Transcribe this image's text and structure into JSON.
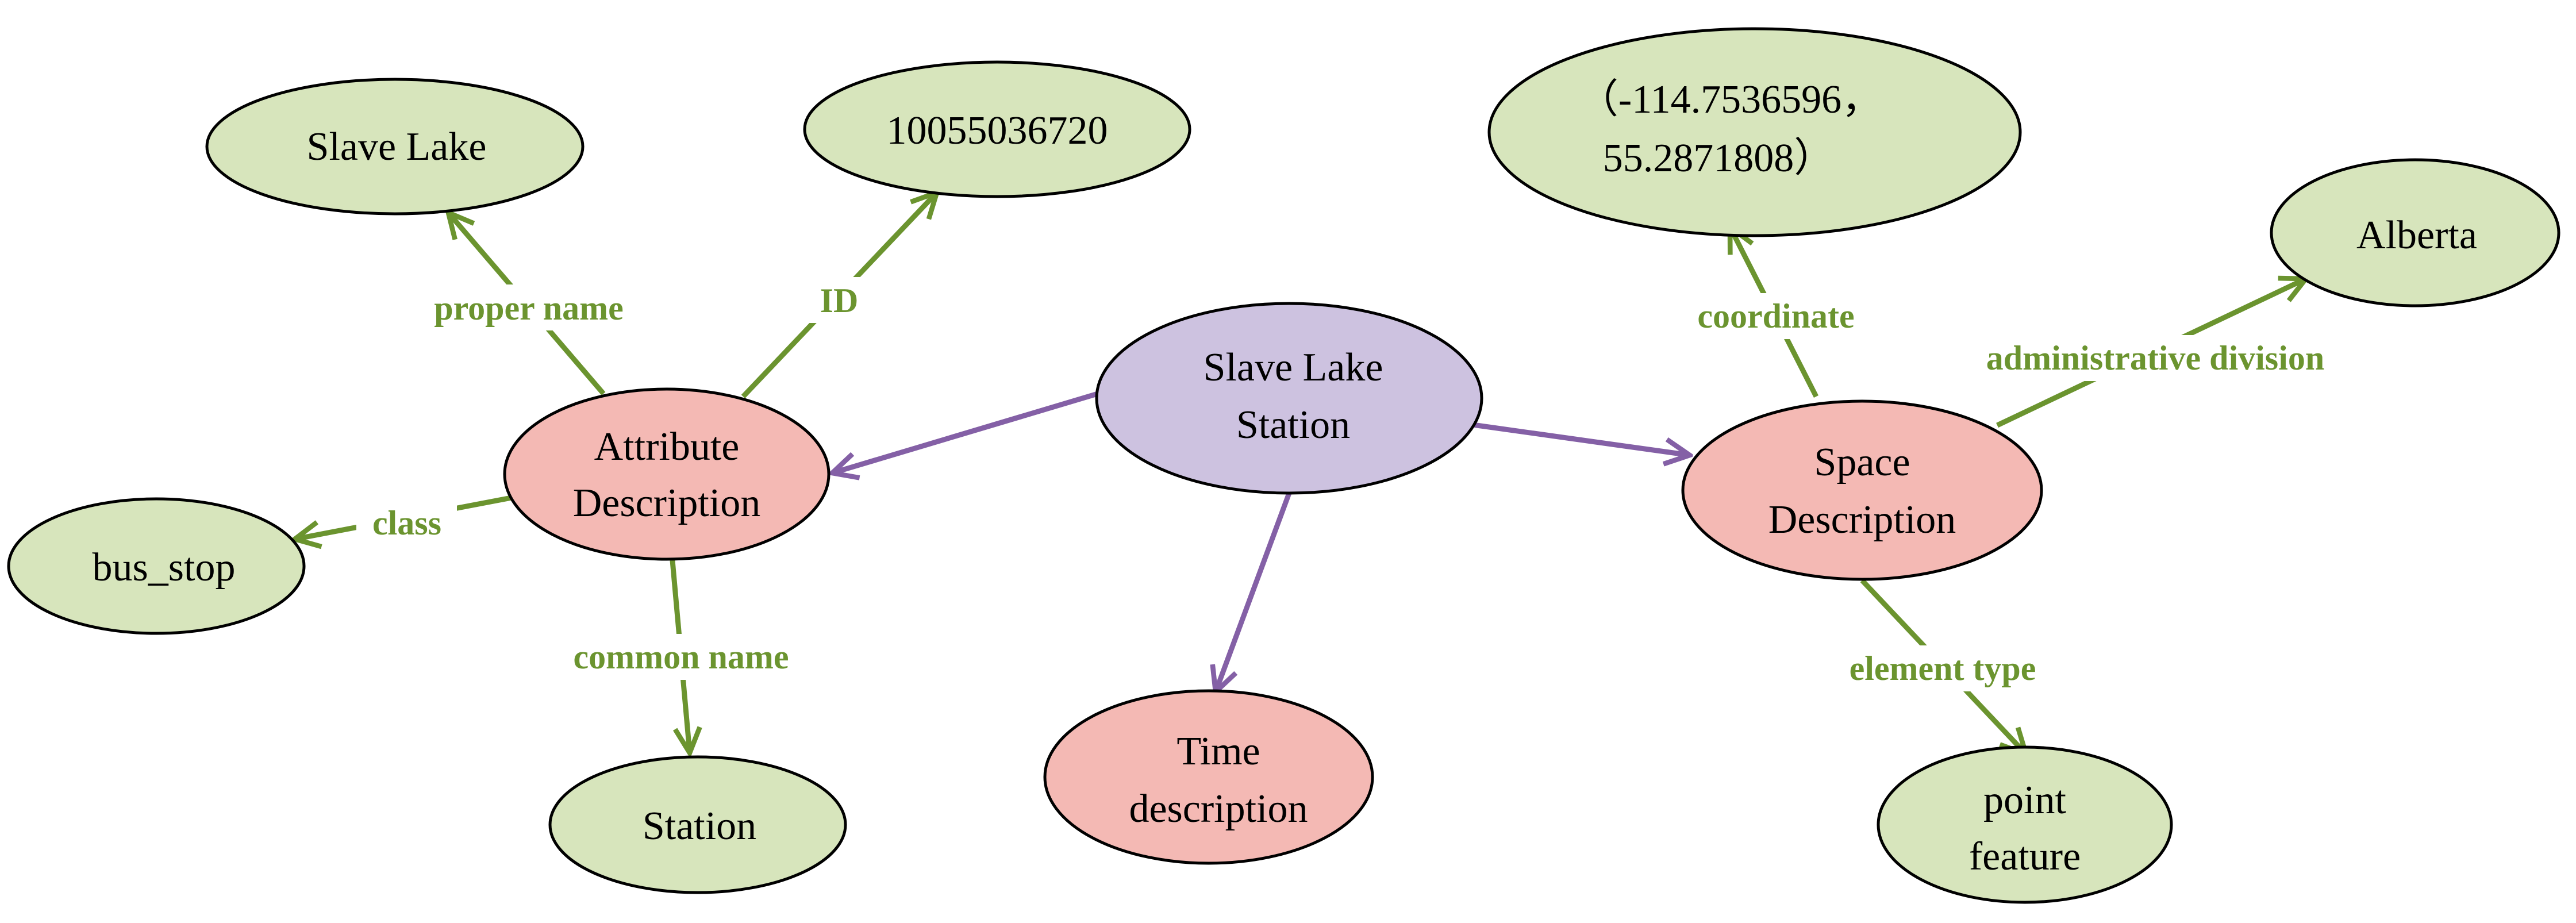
{
  "colors": {
    "center_fill": "#cdc2e0",
    "category_fill": "#f4b9b4",
    "leaf_fill": "#d7e5bc",
    "node_stroke": "#000000",
    "center_edge": "#8460a6",
    "leaf_edge": "#6b942f",
    "edge_label_text": "#6b942f"
  },
  "nodes": {
    "center": {
      "line1": "Slave Lake",
      "line2": "Station"
    },
    "attribute": {
      "line1": "Attribute",
      "line2": "Description"
    },
    "space": {
      "line1": "Space",
      "line2": "Description"
    },
    "time": {
      "line1": "Time",
      "line2": "description"
    },
    "slave_lake": {
      "text": "Slave Lake"
    },
    "id_value": {
      "text": "10055036720"
    },
    "bus_stop": {
      "text": "bus_stop"
    },
    "station": {
      "text": "Station"
    },
    "coordinate_value": {
      "line1": "（-114.7536596，",
      "line2": "55.2871808）"
    },
    "alberta": {
      "text": "Alberta"
    },
    "point_feature": {
      "line1": "point",
      "line2": "feature"
    }
  },
  "edge_labels": {
    "proper_name": "proper name",
    "id": "ID",
    "class": "class",
    "common_name": "common name",
    "coordinate": "coordinate",
    "administrative_division": "administrative division",
    "element_type": "element type"
  }
}
